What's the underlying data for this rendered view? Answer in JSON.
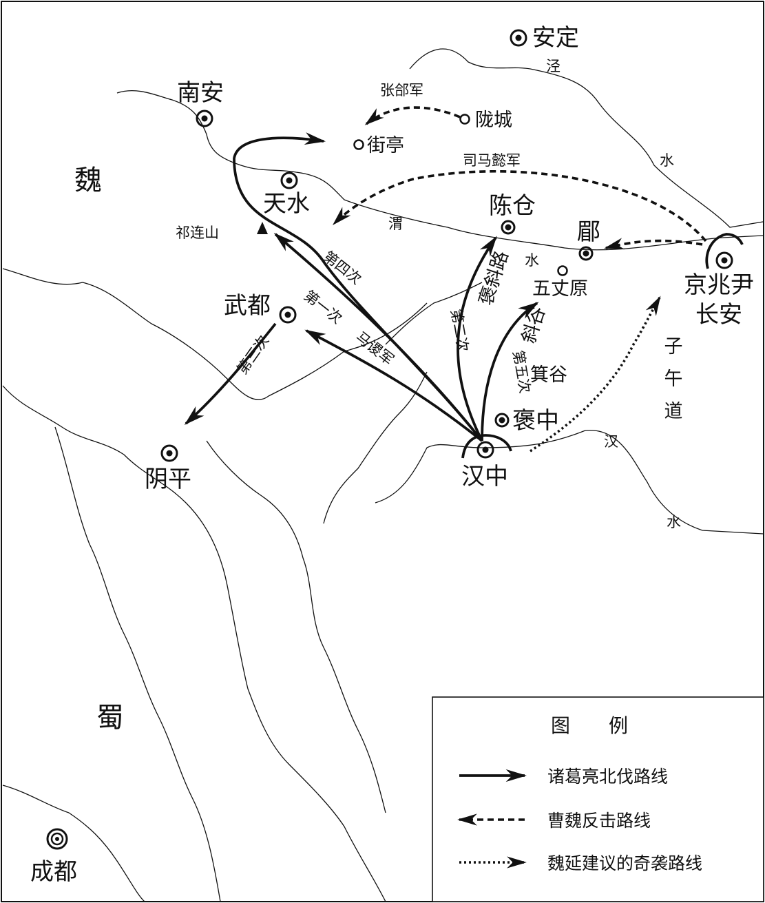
{
  "regions": {
    "wei": "魏",
    "shu": "蜀"
  },
  "cities": {
    "anding": "安定",
    "nanan": "南安",
    "longcheng": "陇城",
    "jieting": "街亭",
    "tianshui": "天水",
    "chencang": "陈仓",
    "mei": "郿",
    "wuzhangyuan": "五丈原",
    "jingzhaoyin": "京兆尹",
    "changan": "长安",
    "wudu": "武都",
    "baozhong": "褒中",
    "hanzhong": "汉中",
    "yinping": "阴平",
    "chengdu": "成都"
  },
  "terrain": {
    "qilianshan": "祁连山",
    "baoxielu": "褒斜路",
    "xiegu": "斜谷",
    "jigu": "箕谷",
    "ziwudao": "子午道"
  },
  "rivers": {
    "jing": "泾",
    "jing_shui": "水",
    "wei": "渭",
    "wei_shui": "水",
    "han": "汉",
    "han_shui": "水"
  },
  "route_labels": {
    "first": "第一次",
    "second": "第二次",
    "third": "第三次",
    "fourth": "第四次",
    "fifth": "第五次",
    "ma_su": "马谡军",
    "zhang_he": "张郃军",
    "sima_yi": "司马懿军"
  },
  "legend": {
    "title": "图　　例",
    "items": [
      {
        "style": "solid",
        "label": "诸葛亮北伐路线"
      },
      {
        "style": "dashed",
        "label": "曹魏反击路线"
      },
      {
        "style": "dotted",
        "label": "魏延建议的奇袭路线"
      }
    ]
  }
}
